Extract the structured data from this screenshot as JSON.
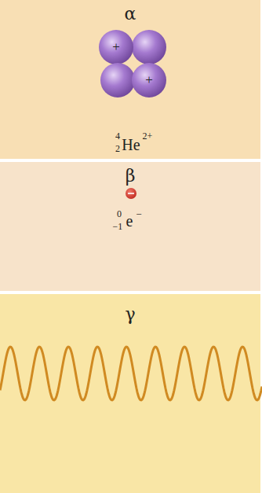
{
  "diagram": {
    "nodes": [
      {
        "text": [
          "α"
        ]
      },
      {
        "text": [
          "β"
        ]
      },
      {
        "text": [
          "γ"
        ]
      }
    ],
    "labels": [
      "+",
      "+",
      "4",
      "2",
      "He",
      "2+",
      "0",
      "−1",
      "e",
      "−"
    ]
  }
}
